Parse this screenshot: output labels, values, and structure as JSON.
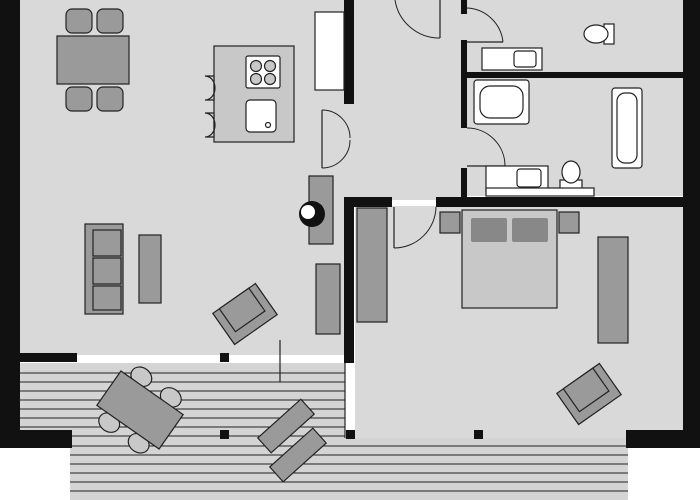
{
  "plan": {
    "type": "apartment-floor-plan",
    "rooms": [
      "living-kitchen",
      "hallway",
      "bathroom",
      "toilet",
      "bedroom",
      "terrace"
    ],
    "colors": {
      "wall": "#111111",
      "floor": "#d9d9d9",
      "furniture": "#c8c8c8",
      "furniture_dark": "#9a9a9a",
      "fixture": "#ffffff",
      "outline": "#222222"
    },
    "icons": [
      "table-icon",
      "chair-icon",
      "sofa-icon",
      "armchair-icon",
      "bed-icon",
      "bathtub-icon",
      "toilet-icon",
      "sink-icon",
      "stove-icon",
      "door-icon",
      "fireplace-icon"
    ]
  }
}
